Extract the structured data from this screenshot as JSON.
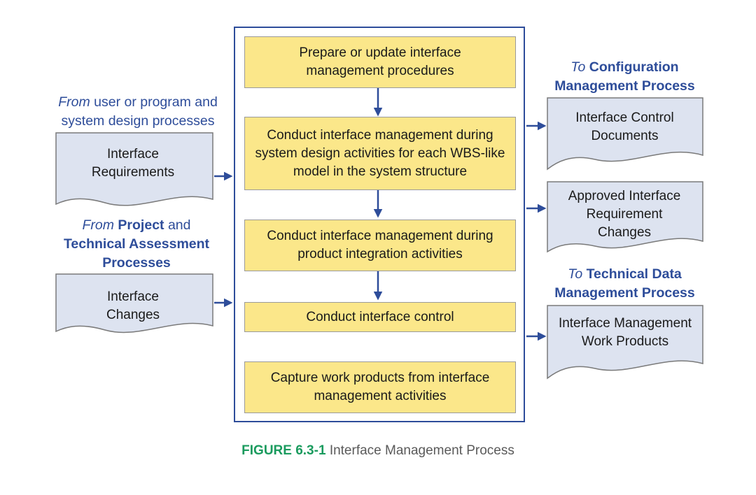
{
  "caption": {
    "figure": "FIGURE 6.3-1",
    "title": "Interface Management Process"
  },
  "steps": [
    "Prepare or update interface management procedures",
    "Conduct interface management during system design activities for each WBS-like model in the system structure",
    "Conduct interface management during product integration activities",
    "Conduct interface control",
    "Capture work products from interface management activities"
  ],
  "inputs": {
    "source1": {
      "italic": "From",
      "text": "user or program and system design processes"
    },
    "doc1": "Interface Requirements",
    "source2": {
      "italic": "From",
      "bold1": "Project",
      "and": "and",
      "bold2": "Technical Assessment Processes"
    },
    "doc2": "Interface Changes"
  },
  "outputs": {
    "dest1": {
      "italic": "To",
      "bold": "Configuration Management Process"
    },
    "doc1": "Interface Control Documents",
    "doc2": "Approved Interface Requirement Changes",
    "dest2": {
      "italic": "To",
      "bold": "Technical Data Management Process"
    },
    "doc3": "Interface Management Work Products"
  },
  "colors": {
    "frame": "#2e4d9a",
    "step_fill": "#fbe78a",
    "doc_fill": "#dde3f0",
    "caption_fig": "#1a9b5e"
  }
}
